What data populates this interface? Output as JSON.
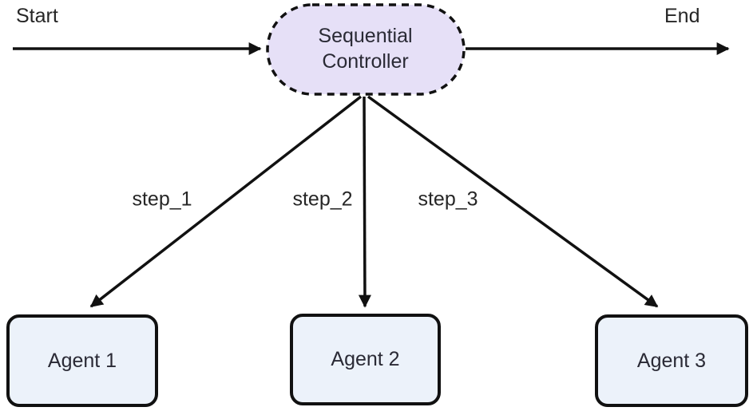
{
  "diagram": {
    "type": "flowchart",
    "start_label": "Start",
    "end_label": "End",
    "controller": {
      "label": "Sequential Controller"
    },
    "agents": [
      {
        "label": "Agent 1"
      },
      {
        "label": "Agent 2"
      },
      {
        "label": "Agent 3"
      }
    ],
    "edge_labels": [
      "step_1",
      "step_2",
      "step_3"
    ],
    "colors": {
      "controller_fill": "#e6e0f7",
      "agent_fill": "#ecf2fa",
      "stroke": "#111111",
      "text": "#262626",
      "background": "#ffffff"
    }
  }
}
